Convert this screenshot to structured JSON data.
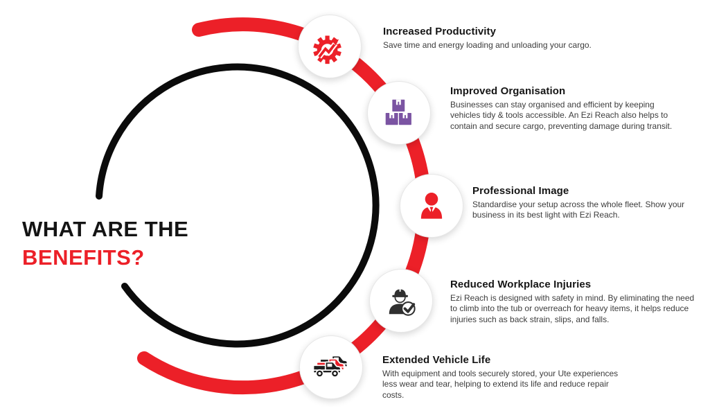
{
  "title": {
    "line1": "WHAT ARE THE",
    "line2": "BENEFITS?"
  },
  "benefits": [
    {
      "icon": "gear-growth-icon",
      "title": "Increased Productivity",
      "body": "Save time and energy loading and unloading  your cargo."
    },
    {
      "icon": "stacked-boxes-icon",
      "title": "Improved Organisation",
      "body": "Businesses can stay organised and efficient by keeping vehicles tidy & tools accessible.  An Ezi Reach also helps to contain and secure cargo, preventing damage during transit."
    },
    {
      "icon": "businessman-icon",
      "title": "Professional Image",
      "body": "Standardise your setup across the whole fleet.  Show your business in its best light with Ezi Reach."
    },
    {
      "icon": "safety-worker-icon",
      "title": "Reduced Workplace Injuries",
      "body": "Ezi Reach is designed with safety in mind.  By eliminating the need to climb into the tub or overreach for heavy items, it helps reduce injuries such as back strain, slips, and falls."
    },
    {
      "icon": "ute-fleet-icon",
      "title": "Extended Vehicle Life",
      "body": "With equipment and tools securely stored, your Ute experiences less wear and tear, helping to extend its life and reduce repair costs."
    }
  ],
  "colors": {
    "accent_red": "#EC2028",
    "icon_purple": "#7B54A2",
    "icon_charcoal": "#303030",
    "ink_black": "#0B0B0B"
  }
}
